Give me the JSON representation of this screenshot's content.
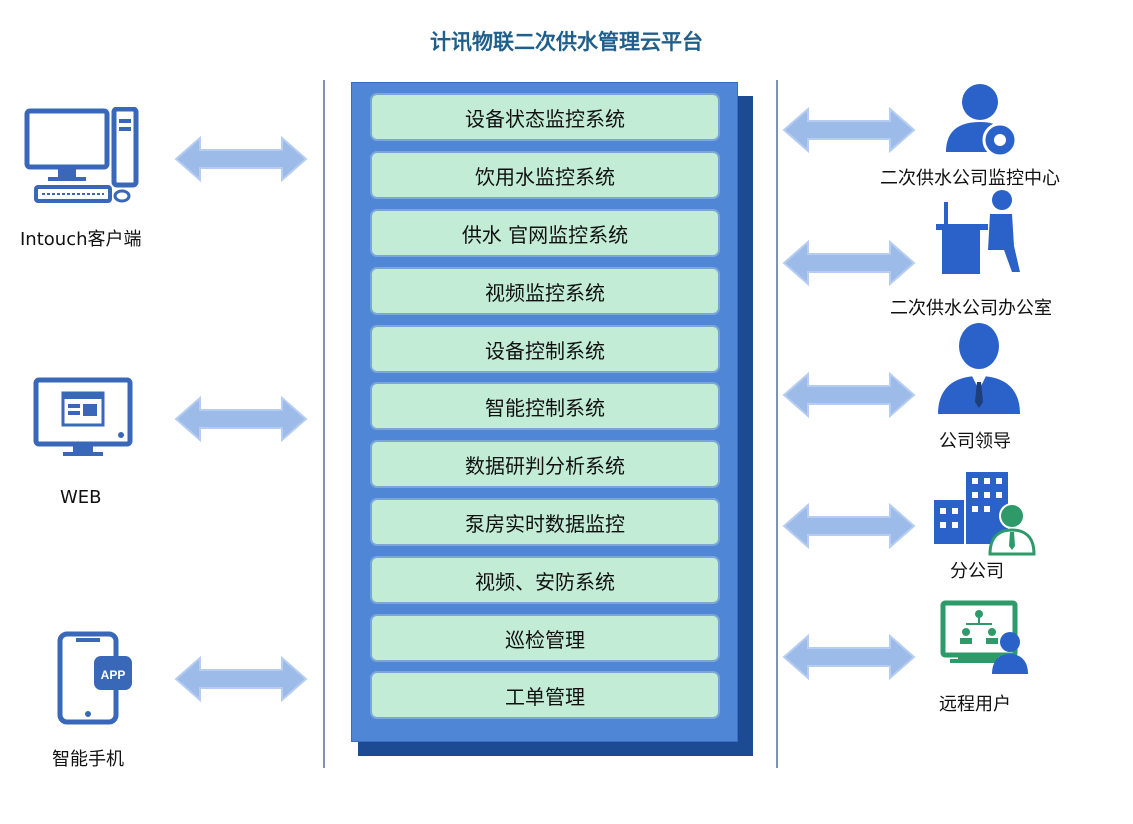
{
  "title": "计讯物联二次供水管理云平台",
  "systems": [
    "设备状态监控系统",
    "饮用水监控系统",
    "供水 官网监控系统",
    "视频监控系统",
    "设备控制系统",
    "智能控制系统",
    "数据研判分析系统",
    "泵房实时数据监控",
    "视频、安防系统",
    "巡检管理",
    "工单管理"
  ],
  "clients": [
    {
      "label": "Intouch客户端",
      "icon": "desktop-computer-icon"
    },
    {
      "label": "WEB",
      "icon": "web-monitor-icon"
    },
    {
      "label": "智能手机",
      "icon": "smartphone-app-icon"
    }
  ],
  "users": [
    {
      "label": "二次供水公司监控中心",
      "icon": "person-gear-icon"
    },
    {
      "label": "二次供水公司办公室",
      "icon": "office-worker-icon"
    },
    {
      "label": "公司领导",
      "icon": "manager-icon"
    },
    {
      "label": "分公司",
      "icon": "branch-building-icon"
    },
    {
      "label": "远程用户",
      "icon": "remote-user-icon"
    }
  ],
  "colors": {
    "title": "#1f5f8b",
    "panel": "#4f86d6",
    "panel_shadow": "#1c4a93",
    "system_box": "#c2ecd6",
    "arrow": "#9dbbe8",
    "icon_blue": "#2a62c9",
    "icon_green": "#2e9a6a"
  }
}
